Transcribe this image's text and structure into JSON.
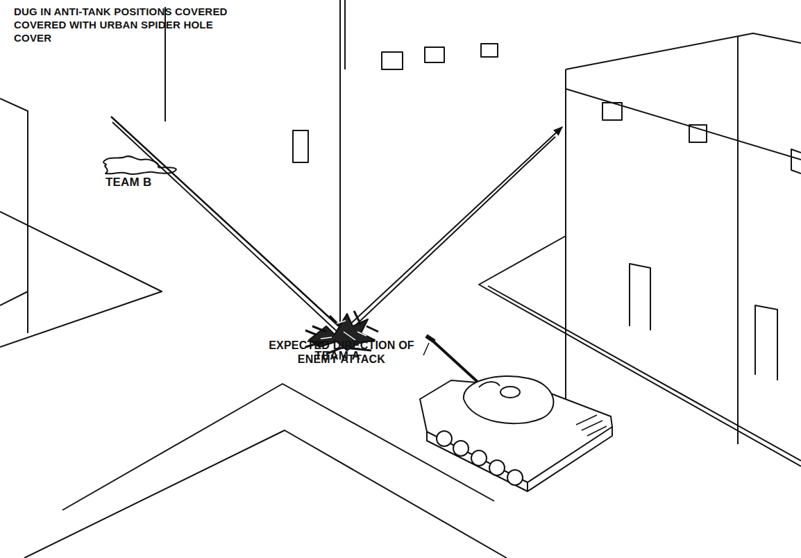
{
  "diagram": {
    "labels": [
      "DUG IN ANTI-TANK POSITIONS COVERED COVERED WITH URBAN SPIDER HOLE COVER",
      "TEAM B",
      "TEAM A",
      "EXPECTED DIRECTION OF ENEMY ATTACK"
    ]
  }
}
